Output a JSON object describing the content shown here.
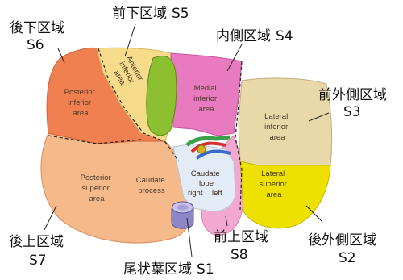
{
  "callouts": {
    "s6": {
      "name": "後下区域",
      "code": "S6"
    },
    "s5": {
      "name": "前下区域",
      "code": "S5"
    },
    "s4": {
      "name": "内側区域",
      "code": "S4"
    },
    "s3": {
      "name": "前外側区域",
      "code": "S3"
    },
    "s7": {
      "name": "後上区域",
      "code": "S7"
    },
    "s8": {
      "name": "前上区域",
      "code": "S8"
    },
    "s2": {
      "name": "後外側区域",
      "code": "S2"
    },
    "s1": {
      "name": "尾状葉区域",
      "code": "S1"
    }
  },
  "areas": {
    "posterior_inferior": [
      "Posterior",
      "inferior",
      "area"
    ],
    "anterior_inferior": [
      "Anterior",
      "inferior",
      "area"
    ],
    "medial_inferior": [
      "Medial",
      "inferior",
      "area"
    ],
    "lateral_inferior": [
      "Lateral",
      "inferior",
      "area"
    ],
    "posterior_superior": [
      "Posterior",
      "superior",
      "area"
    ],
    "caudate_process": [
      "Caudate",
      "process"
    ],
    "caudate_lobe": [
      "Caudate",
      "lobe"
    ],
    "caudate_right": "right",
    "caudate_left": "left",
    "lateral_superior": [
      "Lateral",
      "superior",
      "area"
    ]
  },
  "colors": {
    "posterior_inferior": "#f08050",
    "anterior_inferior": "#f6dc8a",
    "medial_inferior": "#e87ac0",
    "lateral_inferior": "#ead9a8",
    "posterior_superior": "#f6b98a",
    "lateral_superior": "#eee000",
    "anterior_superior": "#f3a8cf",
    "gallbladder": "#8cc030",
    "caudate": "#e3ecf6",
    "ivc": "#a8a0d8"
  }
}
